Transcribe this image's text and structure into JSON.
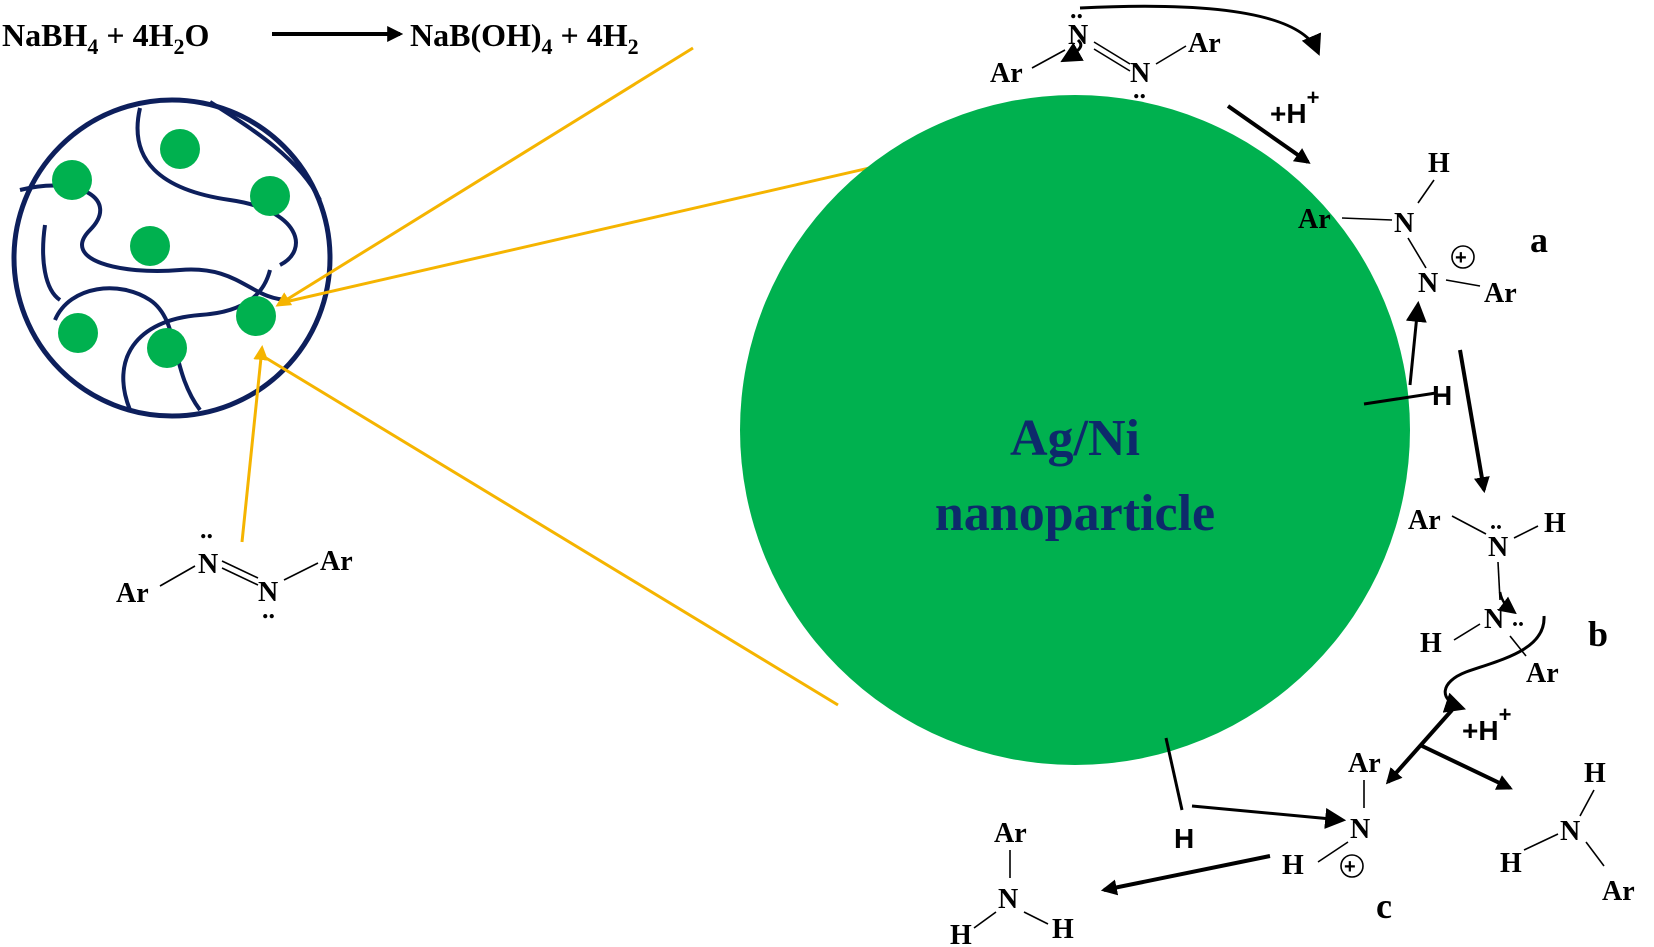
{
  "reaction": {
    "lhs_main": "NaBH",
    "lhs_sub": "4",
    "lhs_rest": " + 4H",
    "lhs_sub2": "2",
    "lhs_end": "O",
    "rhs_main": "NaB(OH)",
    "rhs_sub": "4",
    "rhs_rest": " + 4H",
    "rhs_sub2": "2"
  },
  "particle": {
    "line1": "Ag/Ni",
    "line2": "nanoparticle"
  },
  "labels": {
    "ar": "Ar",
    "n": "N",
    "h": "H",
    "lone_pair": "..",
    "plus_circle": "+",
    "proton_top": "+H",
    "proton_top_sup": "+",
    "proton_mid": "+H",
    "proton_mid_sup": "+",
    "step_a": "a",
    "step_b": "b",
    "step_c": "c"
  },
  "colors": {
    "nanoparticle": "#00b14f",
    "matrix": "#0d1f5c",
    "particle_text": "#0d2a6b",
    "pointer": "#f5b400"
  }
}
